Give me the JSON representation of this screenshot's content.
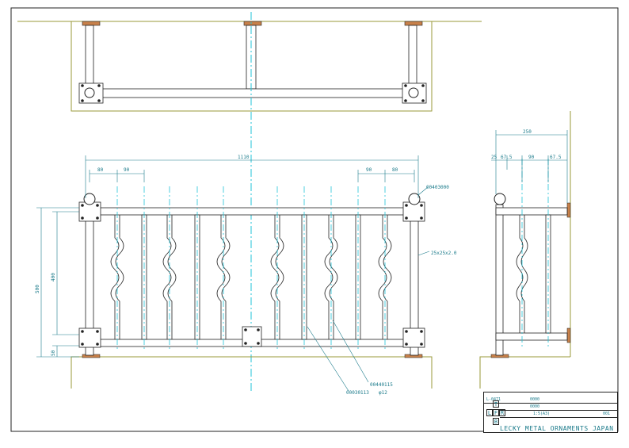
{
  "drawing": {
    "dimensions": {
      "overall_length": "1110",
      "height_total": "500",
      "height_inner": "400",
      "base_offset": "50",
      "end_spacing_left": "80",
      "post_spacing_left": "90",
      "post_spacing_right": "90",
      "end_spacing_right": "80",
      "side_depth": "250",
      "side_a": "25",
      "side_b": "67.5",
      "side_c": "90",
      "side_d": "67.5"
    },
    "callouts": {
      "cap_part": "00403000",
      "frame_profile": "25x25x2.0",
      "wave_bar_part": "00440115",
      "round_bar_part": "00030113",
      "round_bar_dia": "φ12"
    }
  },
  "title_block": {
    "drawing_no": "L-0471",
    "field1_value": "0000",
    "field2_value": "0000",
    "scale": "1:5(A3)",
    "sheet": "001",
    "view_top": "T",
    "view_left": "L",
    "view_front": "F",
    "view_right": "R",
    "view_rear": "B",
    "company": "LECKY METAL ORNAMENTS JAPAN"
  },
  "colors": {
    "line": "#222222",
    "dimension": "#1a7a8a",
    "centerline": "#22c3d8",
    "wall": "#9a9a3a",
    "plate": "#c8814a"
  }
}
